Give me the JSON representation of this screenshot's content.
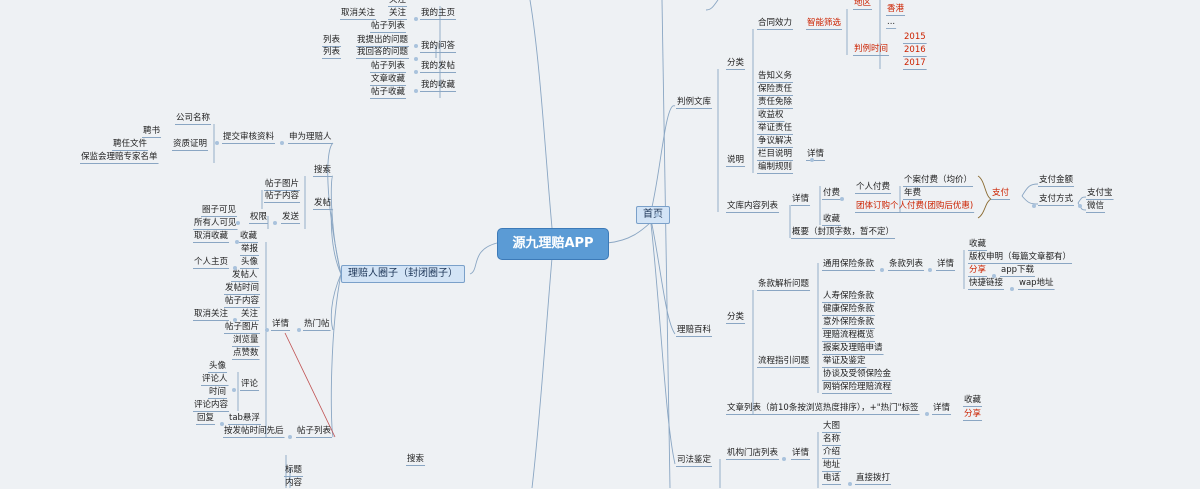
{
  "root": "源九理赔APP",
  "hubs": {
    "home": "首页",
    "circle": "理赔人圈子（封闭圈子）"
  },
  "nodes": {
    "top_l1": "关注",
    "top_l2": "取消关注",
    "top_l3": "关注",
    "top_l4": "我的主页",
    "top_l5": "帖子列表",
    "q_l1": "列表",
    "q_l2": "我提出的问题",
    "q_l3": "列表",
    "q_l4": "我回答的问题",
    "q_l5": "我的问答",
    "p_l1": "帖子列表",
    "p_l2": "我的发帖",
    "f_l1": "文章收藏",
    "f_l2": "帖子收藏",
    "f_l3": "我的收藏",
    "a1": "公司名称",
    "a2": "聘书",
    "a3": "聘任文件",
    "a4": "资质证明",
    "a5": "保监会理赔专家名单",
    "a6": "提交审核资料",
    "a7": "申为理赔人",
    "s1": "搜索",
    "s2": "帖子图片",
    "s3": "帖子内容",
    "s4": "圈子可见",
    "s5": "所有人可见",
    "s6": "权限",
    "s7": "发送",
    "s8": "发帖",
    "h1": "取消收藏",
    "h2": "收藏",
    "h3": "举报",
    "h4": "个人主页",
    "h5": "头像",
    "h6": "发帖人",
    "h7": "发帖时间",
    "h8": "帖子内容",
    "h9": "取消关注",
    "h10": "关注",
    "h11": "帖子图片",
    "h12": "详情",
    "h13": "热门帖",
    "h14": "浏览量",
    "h15": "点赞数",
    "c1": "头像",
    "c2": "评论人",
    "c3": "时间",
    "c4": "评论内容",
    "c5": "评论",
    "c6": "回复",
    "c7": "tab悬浮",
    "c8": "按发帖时间先后",
    "c9": "帖子列表",
    "b1": "搜索",
    "b2": "标题",
    "b3": "内容",
    "r1": "地区",
    "r2": "香港",
    "r3": "...",
    "r4": "合同效力",
    "r5": "智能筛选",
    "r6": "判例时间",
    "r7": "2015",
    "r8": "2016",
    "r9": "2017",
    "r10": "分类",
    "r11": "告知义务",
    "r12": "保险责任",
    "r13": "责任免除",
    "r14": "收益权",
    "r15": "举证责任",
    "r16": "争议解决",
    "r17": "判例文库",
    "r18": "说明",
    "r19": "栏目说明",
    "r20": "详情",
    "r21": "编制规则",
    "r22": "付费",
    "r23": "个人付费",
    "r24": "个案付费（均价）",
    "r25": "年费",
    "r26": "团体订购个人付费(团购后优惠)",
    "r27": "支付",
    "r28": "支付金额",
    "r29": "支付方式",
    "r30": "支付宝",
    "r31": "微信",
    "r32": "文库内容列表",
    "r33": "详情",
    "r34": "收藏",
    "r35": "概要（封顶字数，暂不定）",
    "t1": "收藏",
    "t2": "通用保险条款",
    "t3": "条款列表",
    "t4": "详情",
    "t5": "版权申明（每篇文章都有）",
    "t6": "分享",
    "t7": "app下载",
    "t8": "快捷链接",
    "t9": "wap地址",
    "t10": "条款解析问题",
    "t11": "人寿保险条款",
    "t12": "健康保险条款",
    "t13": "意外保险条款",
    "t14": "分类",
    "t15": "理赔流程概览",
    "t16": "报案及理赔申请",
    "t17": "举证及鉴定",
    "t18": "协谈及受领保险金",
    "t19": "网销保险理赔流程",
    "t20": "流程指引问题",
    "t21": "理赔百科",
    "t22": "文章列表（前10条按浏览热度排序），+\"热门\"标签",
    "t23": "详情",
    "t24": "收藏",
    "t25": "分享",
    "j1": "司法鉴定",
    "j2": "机构门店列表",
    "j3": "详情",
    "j4": "大图",
    "j5": "名称",
    "j6": "介绍",
    "j7": "地址",
    "j8": "电话",
    "j9": "直接拨打"
  }
}
